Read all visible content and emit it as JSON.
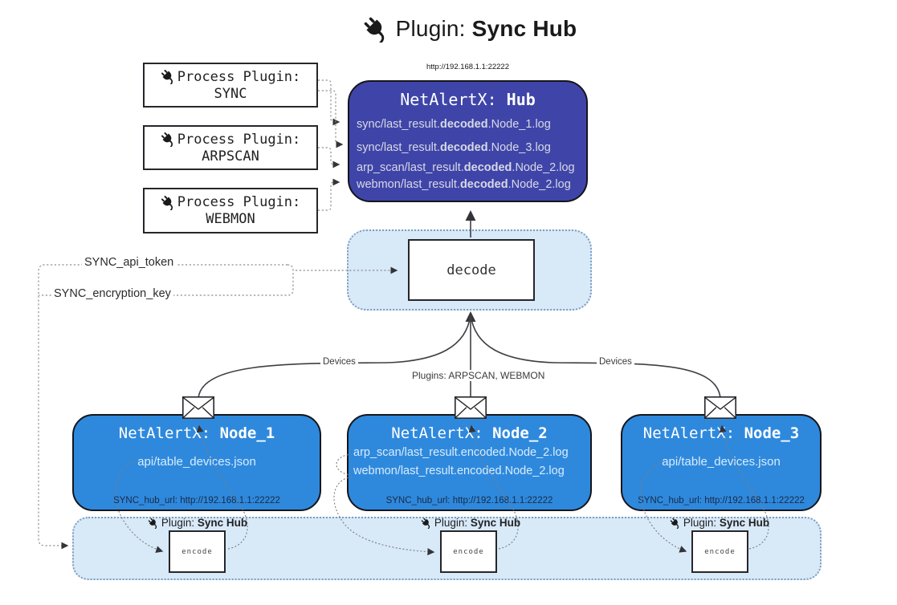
{
  "colors": {
    "hub_fill": "#3f45a8",
    "hub_text": "#ffffff",
    "hub_line_text": "#d8d9e4",
    "node_fill": "#2e89dd",
    "node_text": "#ffffff",
    "node_line_text": "#d9ecfc",
    "node_url_text": "#1b2a45",
    "panel_fill": "#d8e9f8",
    "panel_border": "#7e9cc0",
    "ink": "#1a1a1a"
  },
  "icons": {
    "title": "plug-icon",
    "process_plugin": "plug-icon",
    "encoder_badge": "plug-icon",
    "message": "envelope-icon"
  },
  "title": {
    "prefix": "Plugin: ",
    "bold": "Sync Hub"
  },
  "hub": {
    "url": "http://192.168.1.1:22222",
    "name_prefix": "NetAlertX: ",
    "name_bold": "Hub",
    "lines": [
      {
        "pre": "sync/last_result.",
        "bold": "decoded",
        "post": ".Node_1.log"
      },
      {
        "pre": "sync/last_result.",
        "bold": "decoded",
        "post": ".Node_3.log"
      },
      {
        "pre": "arp_scan/last_result.",
        "bold": "decoded",
        "post": ".Node_2.log"
      },
      {
        "pre": "webmon/last_result.",
        "bold": "decoded",
        "post": ".Node_2.log"
      }
    ]
  },
  "process_plugins": [
    {
      "label": "Process Plugin:",
      "name": "SYNC"
    },
    {
      "label": "Process Plugin:",
      "name": "ARPSCAN"
    },
    {
      "label": "Process Plugin:",
      "name": "WEBMON"
    }
  ],
  "settings": {
    "api_token": "SYNC_api_token",
    "encryption_key": "SYNC_encryption_key"
  },
  "decode": {
    "label": "decode"
  },
  "edges": {
    "devices_left": "Devices",
    "devices_right": "Devices",
    "plugins_mid": "Plugins: ARPSCAN, WEBMON"
  },
  "nodes": [
    {
      "name_prefix": "NetAlertX: ",
      "name_bold": "Node_1",
      "lines": [
        "api/table_devices.json"
      ],
      "hub_url": "SYNC_hub_url: http://192.168.1.1:22222"
    },
    {
      "name_prefix": "NetAlertX: ",
      "name_bold": "Node_2",
      "lines": [
        "arp_scan/last_result.encoded.Node_2.log",
        "webmon/last_result.encoded.Node_2.log"
      ],
      "hub_url": "SYNC_hub_url: http://192.168.1.1:22222"
    },
    {
      "name_prefix": "NetAlertX: ",
      "name_bold": "Node_3",
      "lines": [
        "api/table_devices.json"
      ],
      "hub_url": "SYNC_hub_url: http://192.168.1.1:22222"
    }
  ],
  "encoders": [
    {
      "badge_prefix": "Plugin: ",
      "badge_bold": "Sync Hub",
      "label": "encode"
    },
    {
      "badge_prefix": "Plugin: ",
      "badge_bold": "Sync Hub",
      "label": "encode"
    },
    {
      "badge_prefix": "Plugin: ",
      "badge_bold": "Sync Hub",
      "label": "encode"
    }
  ]
}
